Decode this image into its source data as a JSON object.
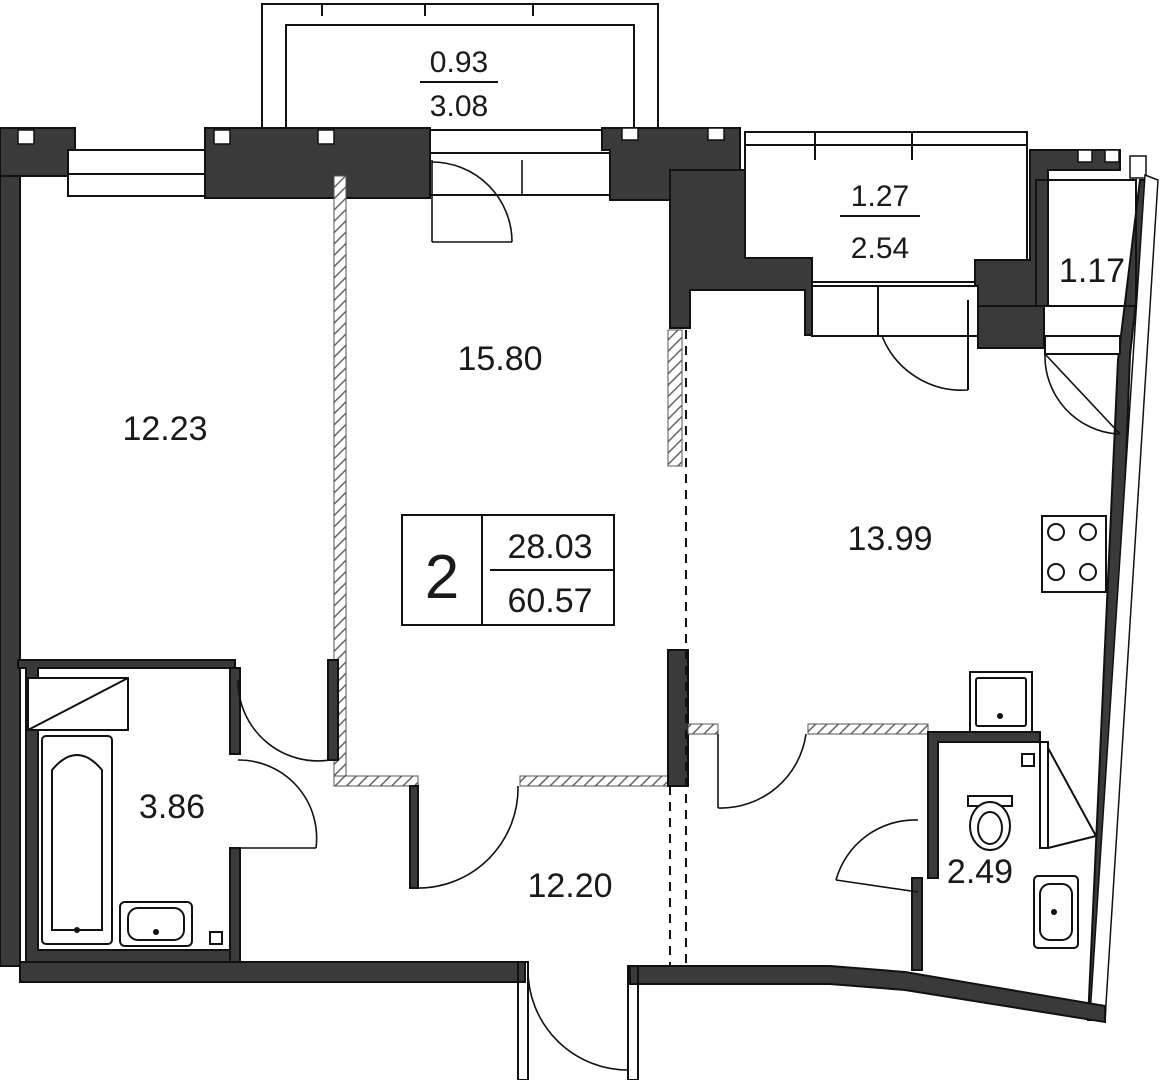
{
  "apartment": {
    "rooms_count": "2",
    "living_area": "28.03",
    "total_area": "60.57"
  },
  "rooms": {
    "bedroom": "12.23",
    "living_room": "15.80",
    "kitchen": "13.99",
    "hallway": "12.20",
    "bathroom": "3.86",
    "toilet": "2.49",
    "storage": "1.17"
  },
  "balconies": {
    "top_balcony": {
      "area": "0.93",
      "full": "3.08"
    },
    "loggia": {
      "area": "1.27",
      "full": "2.54"
    }
  },
  "colors": {
    "wall": "#3a3a3a",
    "line": "#111111",
    "background": "#ffffff"
  }
}
